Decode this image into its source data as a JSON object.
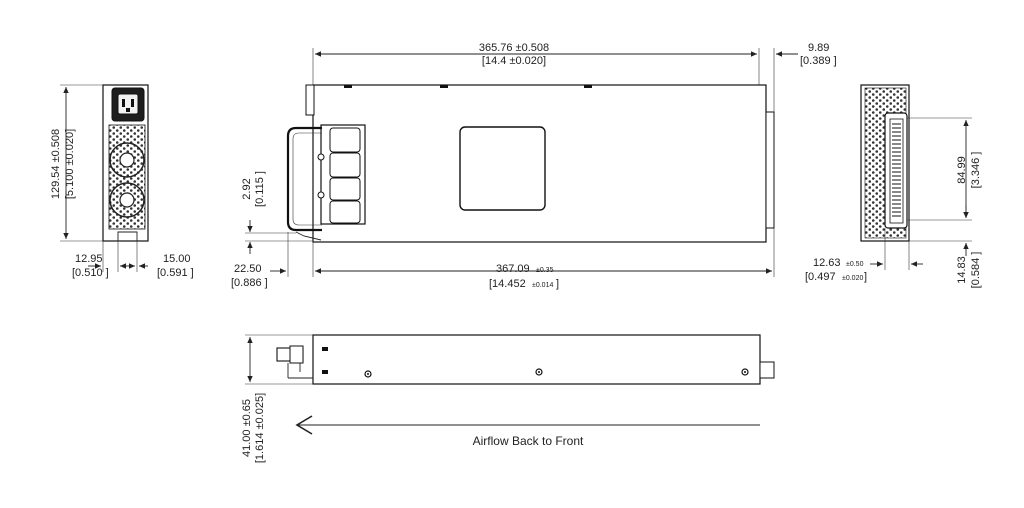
{
  "views": {
    "left_end": {
      "height_dim": "129.54 ±0.508",
      "height_dim_inch": "[5.100 ±0.020]",
      "left_dim": "12.95",
      "left_dim_inch": "[0.510 ]",
      "handle_dim": "15.00",
      "handle_dim_inch": "[0.591 ]"
    },
    "top": {
      "overall_length": "365.76 ±0.508",
      "overall_length_inch": "[14.4 ±0.020]",
      "connector_offset": "9.89",
      "connector_offset_inch": "[0.389 ]",
      "handle_height": "2.92",
      "handle_height_inch": "[0.115 ]",
      "handle_depth": "22.50",
      "handle_depth_inch": "[0.886 ]",
      "body_length": "367.09",
      "body_length_tol": "±0.35",
      "body_length_inch": "[14.452",
      "body_length_inch_tol": "±0.014",
      "body_length_inch_close": "]"
    },
    "right_end": {
      "connector_height": "84.99",
      "connector_height_inch": "[3.346 ]",
      "connector_offset": "12.63",
      "connector_offset_tol": "±0.50",
      "connector_offset_inch": "[0.497",
      "connector_offset_inch_tol": "±0.020",
      "connector_offset_inch_close": "]",
      "bottom_offset": "14.83",
      "bottom_offset_inch": "[0.584 ]"
    },
    "side": {
      "height": "41.00 ±0.65",
      "height_inch": "[1.614 ±0.025]"
    }
  },
  "airflow": {
    "label": "Airflow Back to Front"
  }
}
